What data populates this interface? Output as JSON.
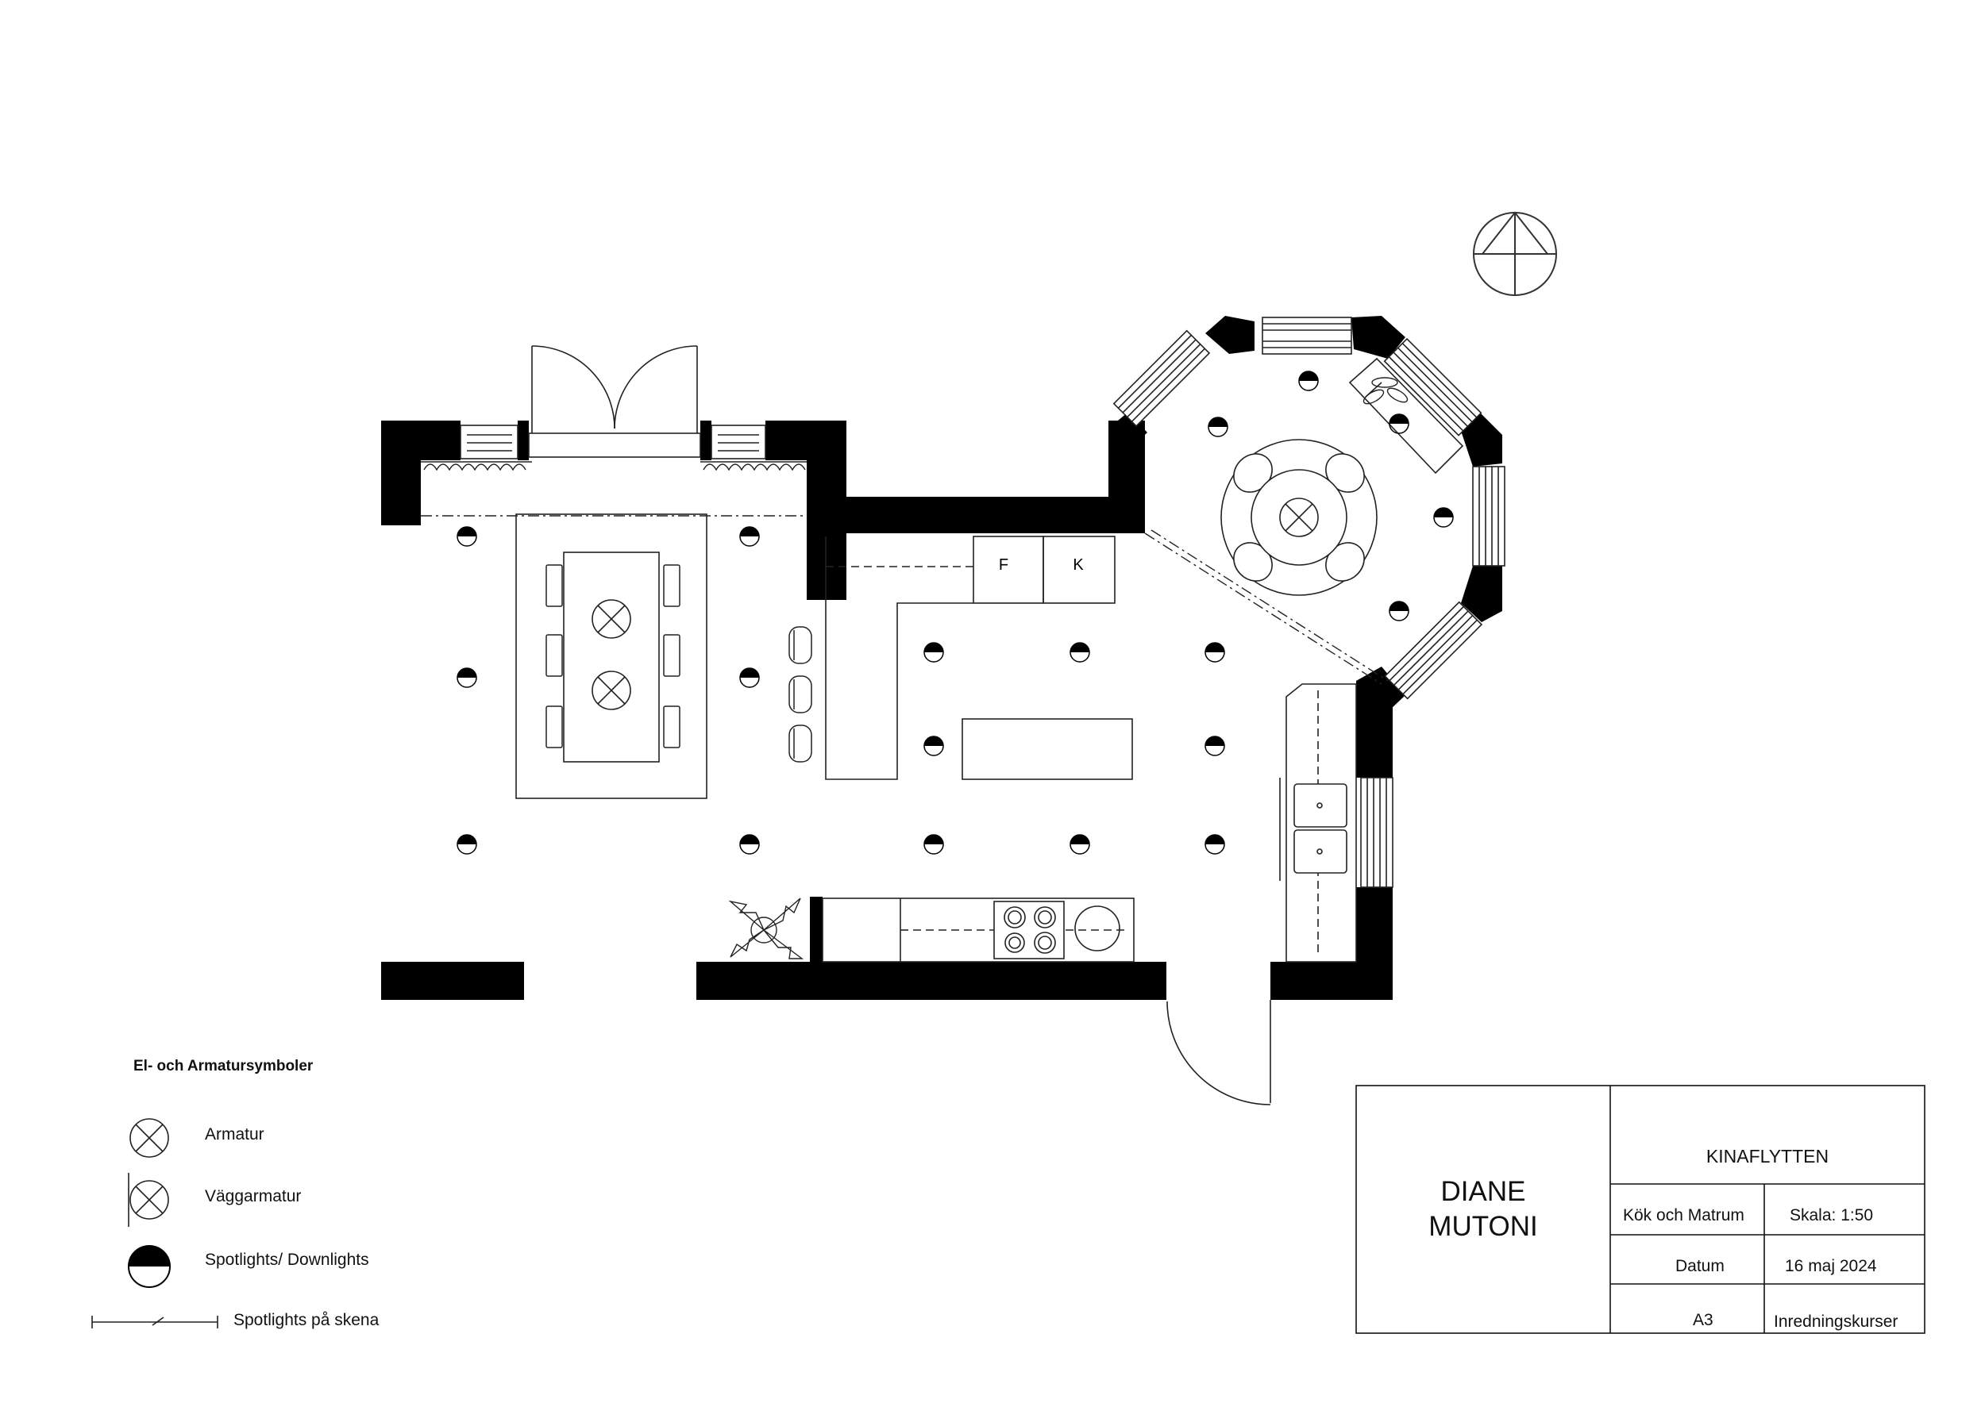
{
  "plan_labels": {
    "fridge": "F",
    "freezer": "K"
  },
  "legend": {
    "title": "El- och Armatursymboler",
    "items": [
      {
        "symbol": "cross-circle",
        "label": "Armatur"
      },
      {
        "symbol": "wall-cross-circle",
        "label": "Väggarmatur"
      },
      {
        "symbol": "half-filled-circle",
        "label": "Spotlights/ Downlights"
      },
      {
        "symbol": "track-line",
        "label": "Spotlights på skena"
      }
    ]
  },
  "title_block": {
    "designer_line1": "DIANE",
    "designer_line2": "MUTONI",
    "project": "KINAFLYTTEN",
    "room": "Kök och Matrum",
    "scale": "Skala: 1:50",
    "date_label": "Datum",
    "date": "16 maj 2024",
    "paper": "A3",
    "company": "Inredningskurser"
  },
  "colors": {
    "wall": "#000000",
    "line": "#222222"
  }
}
